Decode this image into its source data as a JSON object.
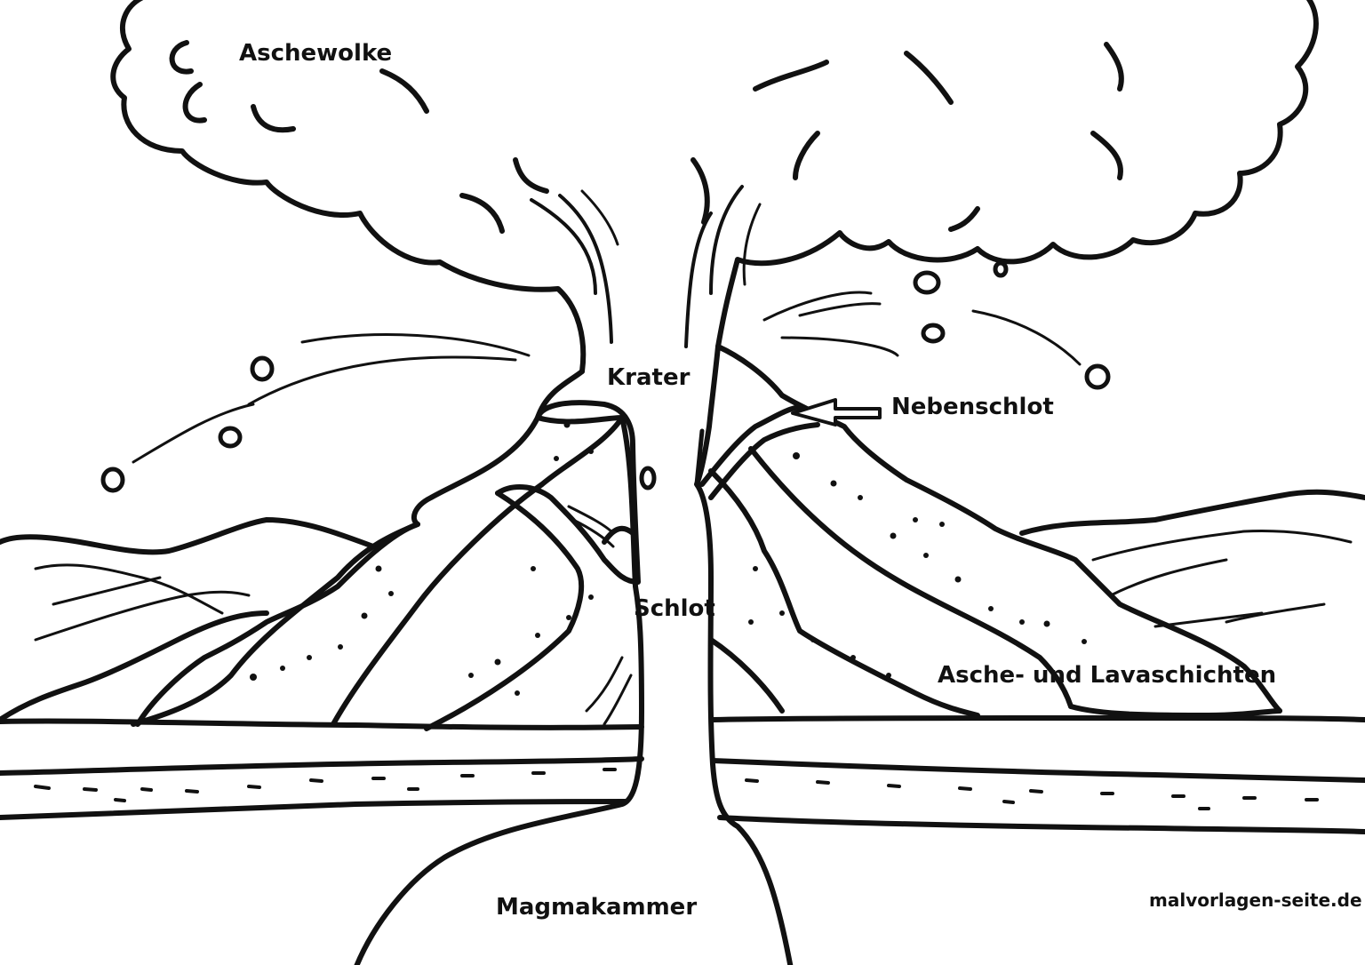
{
  "labels": {
    "ash_cloud": "Aschewolke",
    "crater": "Krater",
    "side_vent": "Nebenschlot",
    "vent": "Schlot",
    "layers": "Asche- und Lavaschichten",
    "magma_chamber": "Magmakammer"
  },
  "watermark": "malvorlagen-seite.de",
  "colors": {
    "line": "#111111",
    "background": "#ffffff"
  }
}
